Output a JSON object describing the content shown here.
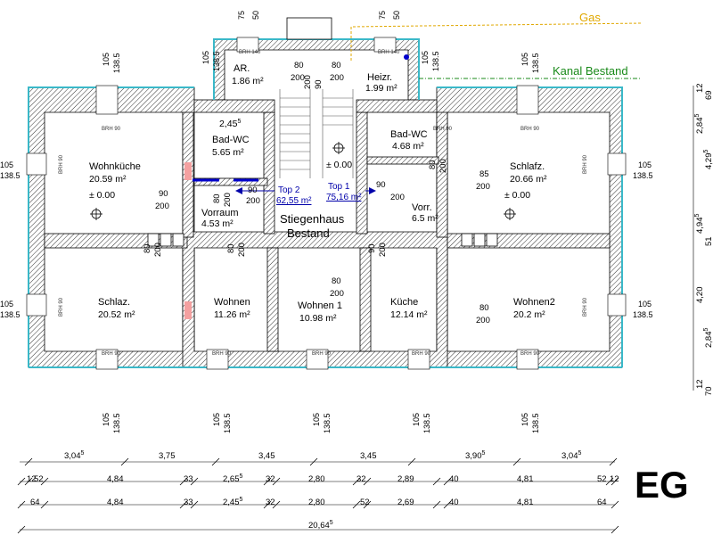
{
  "plan_title": "EG",
  "labels": {
    "gas": "Gas",
    "kanal": "Kanal Bestand",
    "top1": "Top 1",
    "top1_area": "75,16 m²",
    "top2": "Top 2",
    "top2_area": "62,55 m²",
    "stair1": "Stiegenhaus",
    "stair2": "Bestand",
    "stair_level": "± 0.00"
  },
  "rooms": {
    "ar": {
      "name": "AR.",
      "area": "1.86 m²"
    },
    "heizr": {
      "name": "Heizr.",
      "area": "1.99 m²"
    },
    "bad_left": {
      "name": "Bad-WC",
      "area": "5.65 m²"
    },
    "bad_right": {
      "name": "Bad-WC",
      "area": "4.68 m²"
    },
    "wohnkueche": {
      "name": "Wohnküche",
      "area": "20.59 m²",
      "level": "± 0.00"
    },
    "schlafz": {
      "name": "Schlafz.",
      "area": "20.66 m²",
      "level": "± 0.00"
    },
    "vorraum": {
      "name": "Vorraum",
      "area": "4.53 m²"
    },
    "vorr": {
      "name": "Vorr.",
      "area": "6.5 m²"
    },
    "schlaz": {
      "name": "Schlaz.",
      "area": "20.52 m²"
    },
    "wohnen_a": {
      "name": "Wohnen",
      "area": "11.26 m²"
    },
    "wohnen_b": {
      "name": "Wohnen 1",
      "area": "10.98 m²"
    },
    "kueche": {
      "name": "Küche",
      "area": "12.14 m²"
    },
    "wohnen2": {
      "name": "Wohnen2",
      "area": "20.2 m²"
    }
  },
  "tags": {
    "brh90": "BRH 90",
    "brh140": "BRH 140",
    "d_2_45": "2,45",
    "d_2_45_sup": "5"
  },
  "door_dims": {
    "d80": "80",
    "d200": "200",
    "d90": "90",
    "d85": "85"
  },
  "window_dims": {
    "w105": "105",
    "w138": "138.5",
    "w75": "75",
    "w50": "50"
  },
  "dim_rows": {
    "row1": [
      {
        "v": "3,04",
        "s": "5"
      },
      {
        "v": "3,75",
        "s": ""
      },
      {
        "v": "3,45",
        "s": ""
      },
      {
        "v": "3,45",
        "s": ""
      },
      {
        "v": "3,90",
        "s": "5"
      },
      {
        "v": "3,04",
        "s": "5"
      }
    ],
    "row2": [
      {
        "v": "12",
        "s": ""
      },
      {
        "v": "52",
        "s": ""
      },
      {
        "v": "4,84",
        "s": ""
      },
      {
        "v": "33",
        "s": ""
      },
      {
        "v": "2,65",
        "s": "5"
      },
      {
        "v": "32",
        "s": ""
      },
      {
        "v": "2,80",
        "s": ""
      },
      {
        "v": "32",
        "s": ""
      },
      {
        "v": "2,89",
        "s": ""
      },
      {
        "v": "40",
        "s": ""
      },
      {
        "v": "4,81",
        "s": ""
      },
      {
        "v": "52",
        "s": ""
      },
      {
        "v": "12",
        "s": ""
      }
    ],
    "row3": [
      {
        "v": "64",
        "s": ""
      },
      {
        "v": "4,84",
        "s": ""
      },
      {
        "v": "33",
        "s": ""
      },
      {
        "v": "2,45",
        "s": "5"
      },
      {
        "v": "32",
        "s": ""
      },
      {
        "v": "2,80",
        "s": ""
      },
      {
        "v": "52",
        "s": ""
      },
      {
        "v": "2,69",
        "s": ""
      },
      {
        "v": "40",
        "s": ""
      },
      {
        "v": "4,81",
        "s": ""
      },
      {
        "v": "64",
        "s": ""
      }
    ],
    "total": {
      "v": "20,64",
      "s": "5"
    },
    "right": [
      {
        "v": "12",
        "s": ""
      },
      {
        "v": "69",
        "s": ""
      },
      {
        "v": "2,84",
        "s": "5"
      },
      {
        "v": "4,29",
        "s": "5"
      },
      {
        "v": "4,94",
        "s": "5"
      },
      {
        "v": "51",
        "s": ""
      },
      {
        "v": "4,20",
        "s": ""
      },
      {
        "v": "2,84",
        "s": "5"
      },
      {
        "v": "12",
        "s": ""
      },
      {
        "v": "70",
        "s": ""
      }
    ]
  },
  "colors": {
    "wall_hatch": "#333333",
    "insulation": "#3ab8c8",
    "gas": "#e0a800",
    "kanal": "#1a8a1a",
    "window_blue": "#0000cc",
    "door_pink": "#f4a0a0",
    "label_blue": "#0000aa"
  }
}
